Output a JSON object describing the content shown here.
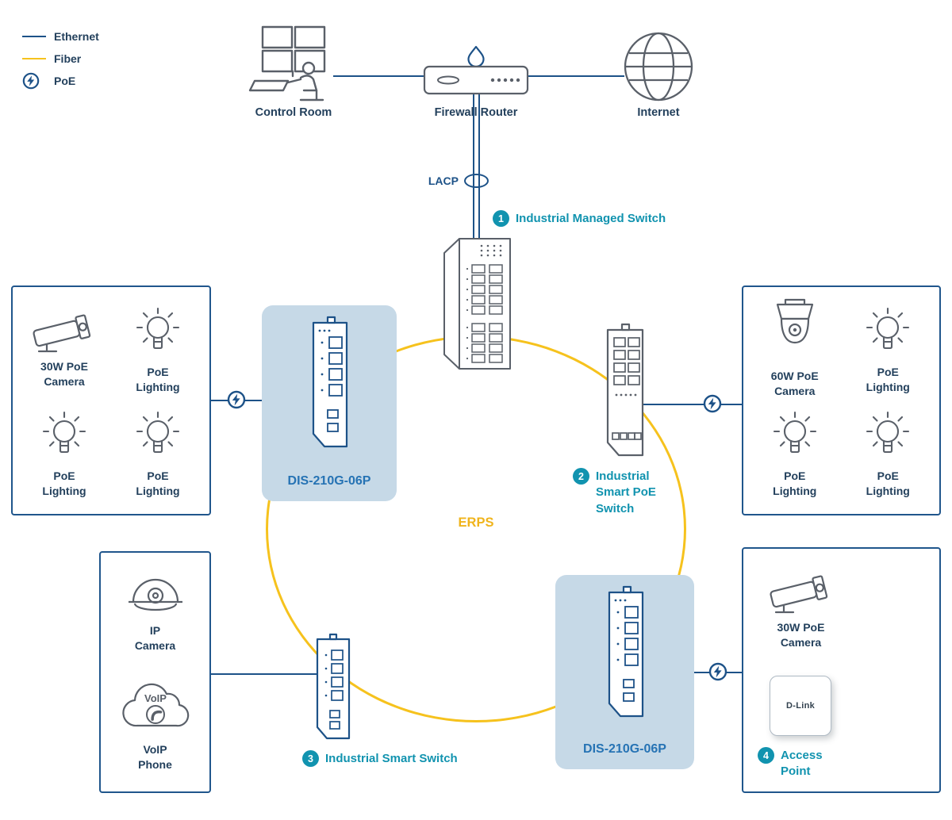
{
  "colors": {
    "ethernet_blue": "#1d5288",
    "fiber_yellow": "#f6c21d",
    "teal": "#1193af",
    "highlight_bg": "#c6d9e7"
  },
  "legend": {
    "ethernet": "Ethernet",
    "fiber": "Fiber",
    "poe": "PoE"
  },
  "top_row": {
    "control_room": "Control Room",
    "firewall": "Firewall Router",
    "internet": "Internet"
  },
  "lacp": "LACP",
  "erps": "ERPS",
  "annotations": {
    "s1": {
      "num": "1",
      "label": "Industrial Managed Switch"
    },
    "s2": {
      "num": "2",
      "label": "Industrial\nSmart PoE\nSwitch"
    },
    "s3": {
      "num": "3",
      "label": "Industrial Smart Switch"
    },
    "s4": {
      "num": "4",
      "label": "Access\nPoint"
    }
  },
  "models": {
    "dis_left": "DIS-210G-06P",
    "dis_right": "DIS-210G-06P"
  },
  "groups": {
    "left": [
      {
        "label": "30W PoE\nCamera"
      },
      {
        "label": "PoE\nLighting"
      },
      {
        "label": "PoE\nLighting"
      },
      {
        "label": "PoE\nLighting"
      }
    ],
    "right": [
      {
        "label": "60W PoE\nCamera"
      },
      {
        "label": "PoE\nLighting"
      },
      {
        "label": "PoE\nLighting"
      },
      {
        "label": "PoE\nLighting"
      }
    ],
    "bottom_left": [
      {
        "label": "IP\nCamera"
      },
      {
        "label": "VoIP\nPhone"
      }
    ],
    "bottom_right": [
      {
        "label": "30W PoE\nCamera"
      }
    ]
  },
  "texts": {
    "voip": "VoIP",
    "dlink": "D-Link"
  }
}
